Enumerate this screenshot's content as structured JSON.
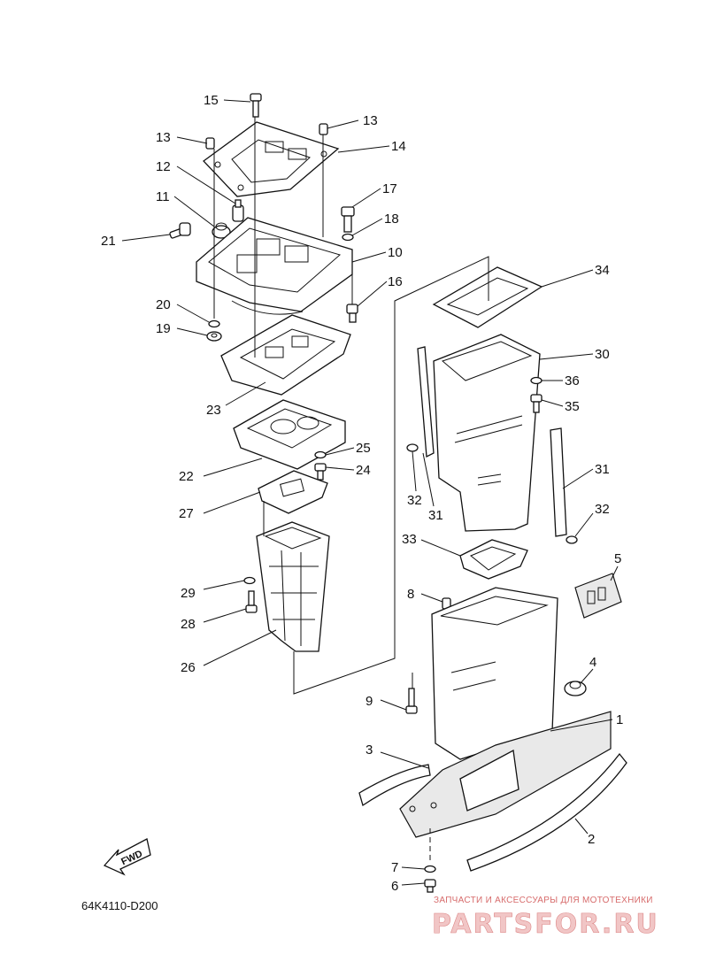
{
  "callouts": [
    {
      "id": "c15",
      "text": "15"
    },
    {
      "id": "c13a",
      "text": "13"
    },
    {
      "id": "c13b",
      "text": "13"
    },
    {
      "id": "c14",
      "text": "14"
    },
    {
      "id": "c12",
      "text": "12"
    },
    {
      "id": "c11",
      "text": "11"
    },
    {
      "id": "c17",
      "text": "17"
    },
    {
      "id": "c18",
      "text": "18"
    },
    {
      "id": "c21",
      "text": "21"
    },
    {
      "id": "c10",
      "text": "10"
    },
    {
      "id": "c16",
      "text": "16"
    },
    {
      "id": "c34",
      "text": "34"
    },
    {
      "id": "c20",
      "text": "20"
    },
    {
      "id": "c19",
      "text": "19"
    },
    {
      "id": "c30",
      "text": "30"
    },
    {
      "id": "c36",
      "text": "36"
    },
    {
      "id": "c23",
      "text": "23"
    },
    {
      "id": "c35",
      "text": "35"
    },
    {
      "id": "c25",
      "text": "25"
    },
    {
      "id": "c24",
      "text": "24"
    },
    {
      "id": "c22",
      "text": "22"
    },
    {
      "id": "c31a",
      "text": "31"
    },
    {
      "id": "c32a",
      "text": "32"
    },
    {
      "id": "c31b",
      "text": "31"
    },
    {
      "id": "c27",
      "text": "27"
    },
    {
      "id": "c32b",
      "text": "32"
    },
    {
      "id": "c33",
      "text": "33"
    },
    {
      "id": "c5",
      "text": "5"
    },
    {
      "id": "c8",
      "text": "8"
    },
    {
      "id": "c29",
      "text": "29"
    },
    {
      "id": "c28",
      "text": "28"
    },
    {
      "id": "c26",
      "text": "26"
    },
    {
      "id": "c4",
      "text": "4"
    },
    {
      "id": "c9",
      "text": "9"
    },
    {
      "id": "c1",
      "text": "1"
    },
    {
      "id": "c3",
      "text": "3"
    },
    {
      "id": "c2",
      "text": "2"
    },
    {
      "id": "c7",
      "text": "7"
    },
    {
      "id": "c6",
      "text": "6"
    }
  ],
  "fwd_label": "FWD",
  "diagram_code": "64K4110-D200",
  "watermark": {
    "tagline": "ЗАПЧАСТИ И АКСЕССУАРЫ ДЛЯ МОТОТЕХНИКИ",
    "site": "PARTSFOR.RU"
  },
  "colors": {
    "line": "#111111",
    "watermark": "#d76b6b"
  }
}
